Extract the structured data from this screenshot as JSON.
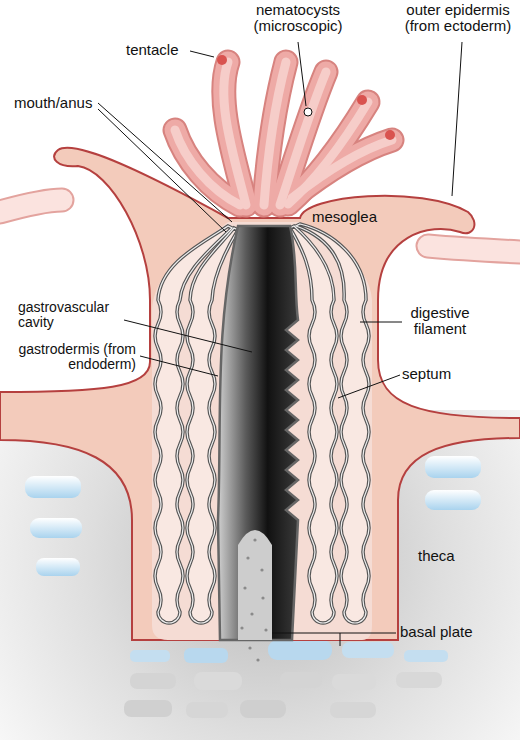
{
  "diagram": {
    "labels": [
      "tentacle",
      "nematocysts (microscopic)",
      "outer epidermis (from ectoderm)",
      "mouth/anus",
      "mesoglea",
      "gastrovascular cavity",
      "digestive filament",
      "gastrodermis (from endoderm)",
      "septum",
      "theca",
      "basal plate"
    ]
  }
}
